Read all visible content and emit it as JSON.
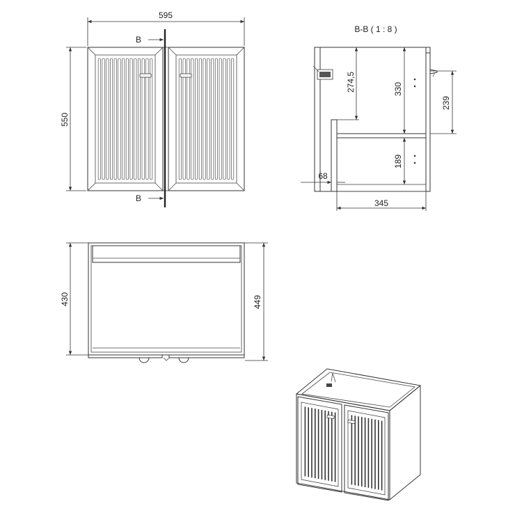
{
  "front_view": {
    "width_dim": "595",
    "height_dim": "550",
    "section_mark_top": "B",
    "section_mark_bottom": "B"
  },
  "section_view": {
    "title": "B-B ( 1 : 8 )",
    "dim_274_5": "274,5",
    "dim_330": "330",
    "dim_239": "239",
    "dim_189": "189",
    "dim_68": "68",
    "dim_345": "345"
  },
  "top_view": {
    "dim_430": "430",
    "dim_449": "449"
  },
  "iso_view": {}
}
